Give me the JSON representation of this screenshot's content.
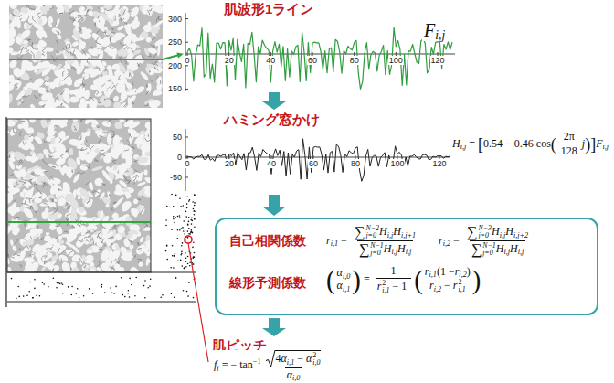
{
  "diagram": {
    "nodes": [
      {
        "text": [
          "自己相関係数",
          "r",
          "i,1",
          "=",
          "∑",
          "j=0",
          "N−2",
          "H",
          "i,j",
          "H",
          "i,j+1",
          "∑",
          "j=0",
          "N−1",
          "H",
          "i,j",
          "H",
          "i,j",
          "r",
          "i,2",
          "=",
          "∑",
          "j=0",
          "N−3",
          "H",
          "i,j",
          "H",
          "i,j+2",
          "∑",
          "j=0",
          "N−1",
          "H",
          "i,j",
          "H",
          "i,j",
          "線形予測係数",
          "(",
          "α",
          "i,0",
          "α",
          "i,1",
          ")",
          "=",
          "1",
          "r",
          "i,1",
          "2",
          "− 1",
          "(",
          "r",
          "i,1",
          "(1 −",
          "r",
          "i,2",
          ")",
          "r",
          "i,2",
          "−",
          "r",
          "i,1",
          "2",
          ")"
        ]
      }
    ],
    "labels": [
      "肌波形1ライン",
      "300",
      "250",
      "200",
      "150",
      "0",
      "20",
      "40",
      "60",
      "80",
      "100",
      "120",
      "F",
      "i,j",
      "ハミング窓かけ",
      "50",
      "0",
      "-50",
      "0",
      "20",
      "40",
      "60",
      "80",
      "100",
      "120",
      "H",
      "i,j",
      "=",
      "[",
      "0.54 − 0.46 cos",
      "(",
      "2π",
      "128",
      "j",
      ")",
      "]",
      "F",
      "i,j",
      "肌ピッチ",
      "f",
      "i",
      "= −",
      "tan",
      "−1",
      "4",
      "α",
      "i,1",
      "−",
      "α",
      "i,0",
      "2",
      "α",
      "i,0"
    ]
  }
}
